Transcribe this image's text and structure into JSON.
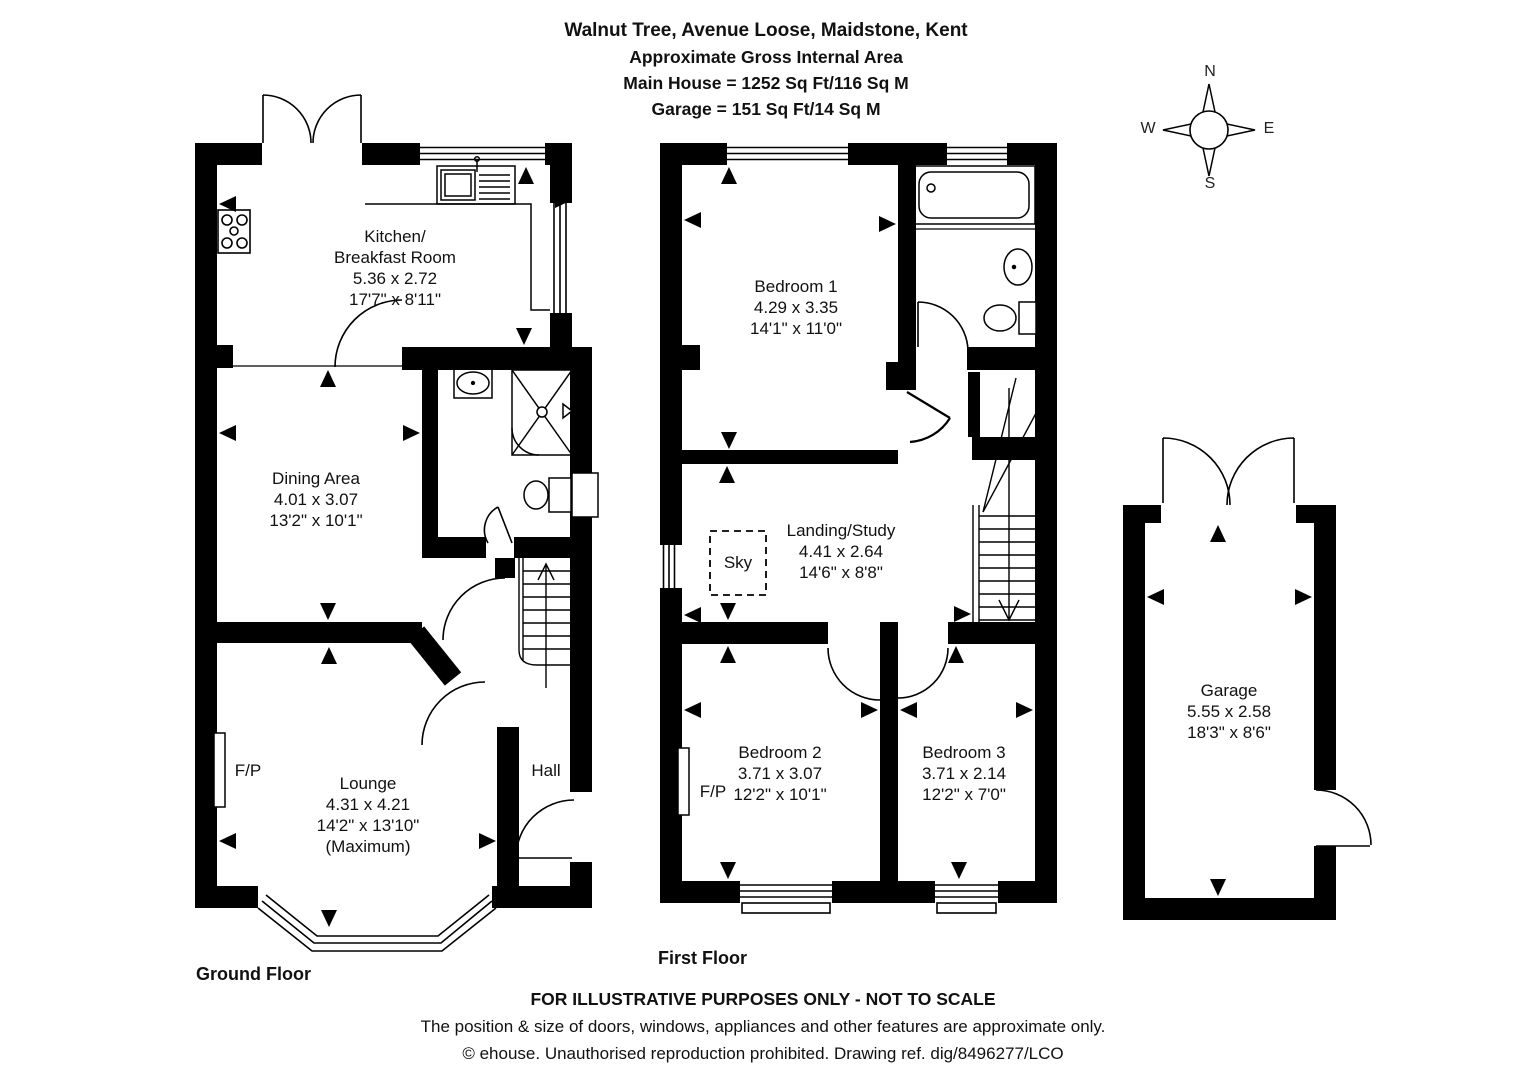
{
  "title_lines": [
    "Walnut Tree, Avenue Loose, Maidstone, Kent",
    "Approximate Gross Internal Area",
    "Main House = 1252 Sq Ft/116 Sq M",
    "Garage = 151 Sq Ft/14 Sq M"
  ],
  "compass": {
    "n": "N",
    "e": "E",
    "s": "S",
    "w": "W"
  },
  "floors": {
    "ground": {
      "label": "Ground Floor",
      "kitchen_lines": [
        "Kitchen/",
        "Breakfast Room",
        "5.36 x 2.72",
        "17'7\" x 8'11\""
      ],
      "dining_lines": [
        "Dining Area",
        "4.01 x 3.07",
        "13'2\" x 10'1\""
      ],
      "lounge_lines": [
        "Lounge",
        "4.31 x 4.21",
        "14'2\" x 13'10\"",
        "(Maximum)"
      ],
      "hall_label": "Hall",
      "fireplace_label": "F/P"
    },
    "first": {
      "label": "First Floor",
      "bedroom1_lines": [
        "Bedroom 1",
        "4.29 x 3.35",
        "14'1\" x 11'0\""
      ],
      "landing_lines": [
        "Landing/Study",
        "4.41 x 2.64",
        "14'6\" x 8'8\""
      ],
      "skylight_label": "Sky",
      "bedroom2_lines": [
        "Bedroom 2",
        "3.71 x 3.07",
        "12'2\" x 10'1\""
      ],
      "bedroom3_lines": [
        "Bedroom 3",
        "3.71 x 2.14",
        "12'2\" x 7'0\""
      ],
      "fireplace_label": "F/P"
    },
    "garage": {
      "lines": [
        "Garage",
        "5.55 x 2.58",
        "18'3\" x 8'6\""
      ]
    }
  },
  "footer": {
    "line1": "FOR ILLUSTRATIVE PURPOSES ONLY - NOT TO SCALE",
    "line2": "The position & size of doors, windows, appliances and other features are approximate only.",
    "line3": "© ehouse. Unauthorised reproduction prohibited. Drawing ref. dig/8496277/LCO"
  }
}
